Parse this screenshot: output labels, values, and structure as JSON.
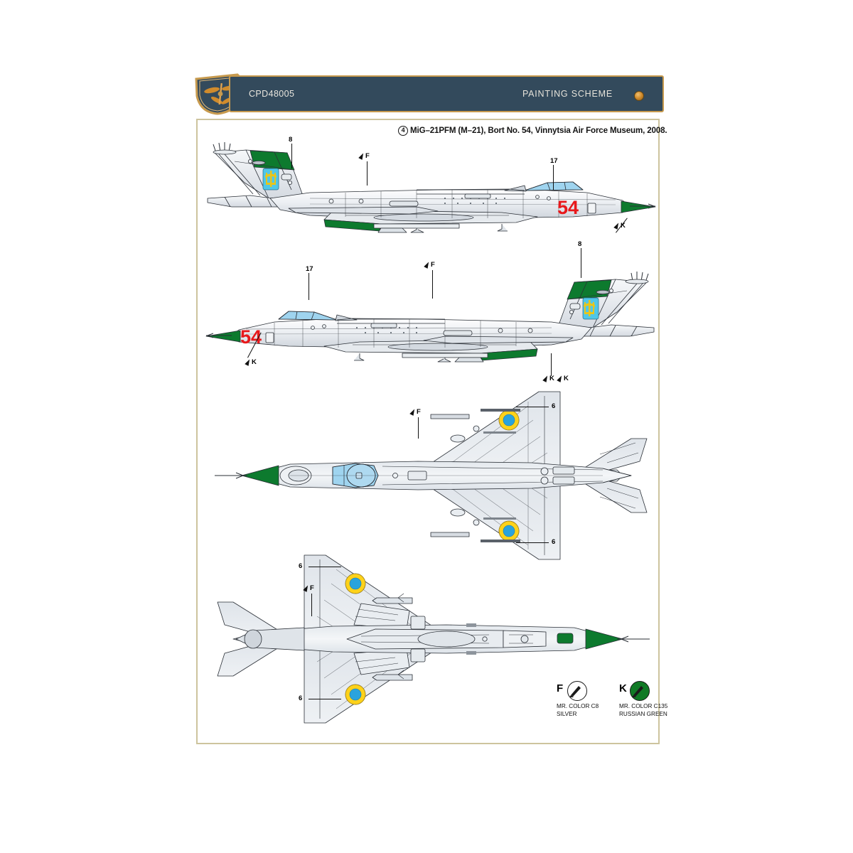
{
  "header": {
    "code": "CPD48005",
    "scheme_label": "PAINTING SCHEME",
    "logo_name": "clear-prop-logo",
    "bar_color": "#334a5c",
    "border_color": "#c79a4e",
    "dot_color": "#d08b2c"
  },
  "caption": {
    "number": "4",
    "text": "MiG–21PFM (M–21), Bort No. 54, Vinnytsia Air Force Museum, 2008."
  },
  "markings": {
    "bort_number": "54",
    "bort_color": "#e8181b",
    "roundel_outer": "#ffd21a",
    "roundel_inner": "#2aa3dd",
    "trident_shield": "#4fc7e8",
    "trident_color": "#e8c51a",
    "radome_green": "#0d7a2e",
    "canopy_blue": "#9fd4ef",
    "airframe_light": "#f2f4f6",
    "airframe_shade": "#d7dce2",
    "outline": "#2a2f36"
  },
  "callouts": {
    "trident": "8",
    "nose_probe": "17",
    "roundel": "6",
    "silver": "F",
    "green": "K"
  },
  "legend": {
    "items": [
      {
        "letter": "F",
        "swatch": "#ffffff",
        "line1": "MR. COLOR C8",
        "line2": "SILVER"
      },
      {
        "letter": "K",
        "swatch": "#107a26",
        "line1": "MR. COLOR C135",
        "line2": "RUSSIAN GREEN"
      }
    ]
  },
  "views": [
    {
      "name": "side-view-left-facing-tail-left",
      "label": "profile-1"
    },
    {
      "name": "side-view-right-facing-nose-left",
      "label": "profile-2"
    },
    {
      "name": "top-plan-view",
      "label": "plan-top"
    },
    {
      "name": "bottom-plan-view",
      "label": "plan-bottom"
    }
  ]
}
